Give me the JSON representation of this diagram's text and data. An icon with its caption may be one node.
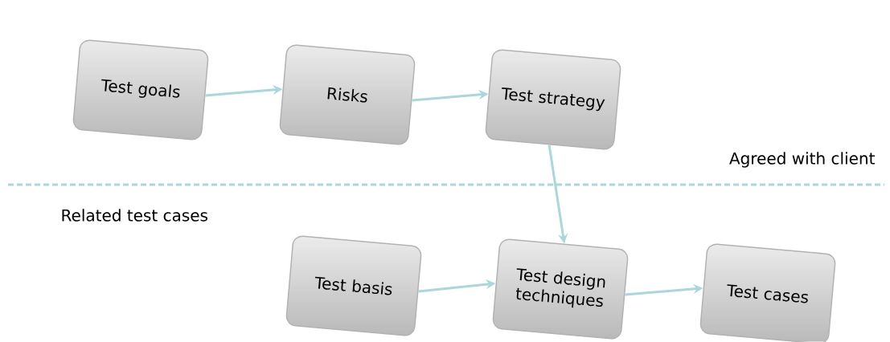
{
  "diagram": {
    "nodes": [
      {
        "text": [
          "Test goals"
        ]
      },
      {
        "text": [
          "Risks"
        ]
      },
      {
        "text": [
          "Test strategy"
        ]
      },
      {
        "text": [
          "Test basis"
        ]
      },
      {
        "text": [
          "Test design techniques"
        ]
      },
      {
        "text": [
          "Test cases"
        ]
      }
    ],
    "edges": [
      {
        "from": 0,
        "to": 1,
        "arrow": "to"
      },
      {
        "from": 1,
        "to": 2,
        "arrow": "to"
      },
      {
        "from": 2,
        "to": 4,
        "arrow": "to"
      },
      {
        "from": 3,
        "to": 4,
        "arrow": "to"
      },
      {
        "from": 4,
        "to": 5,
        "arrow": "to"
      }
    ],
    "labels": [
      "Agreed with client",
      "Related test cases"
    ]
  }
}
